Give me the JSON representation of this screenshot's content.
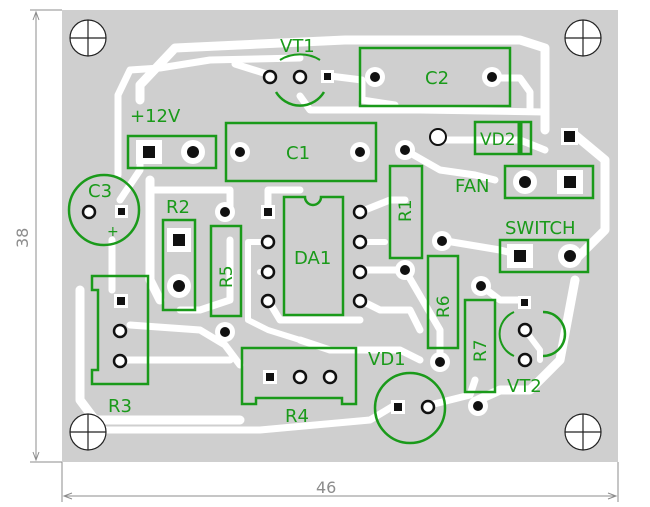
{
  "board": {
    "colors": {
      "board": "#cfcfcf",
      "copper": "#ffffff",
      "pad": "#ffffff",
      "silk": "#1a9a1a",
      "dim": "#8c8c8c"
    }
  },
  "labels": {
    "vt1": "VT1",
    "c2": "C2",
    "v12": "+12V",
    "c1": "C1",
    "vd2": "VD2",
    "fan": "FAN",
    "c3": "C3",
    "c3_plus": "+",
    "r2": "R2",
    "r1": "R1",
    "switch": "SWITCH",
    "r5": "R5",
    "da1": "DA1",
    "r6": "R6",
    "r7": "R7",
    "vd1": "VD1",
    "vt2": "VT2",
    "r3": "R3",
    "r4": "R4"
  },
  "dimensions": {
    "width": "46",
    "height": "38"
  }
}
